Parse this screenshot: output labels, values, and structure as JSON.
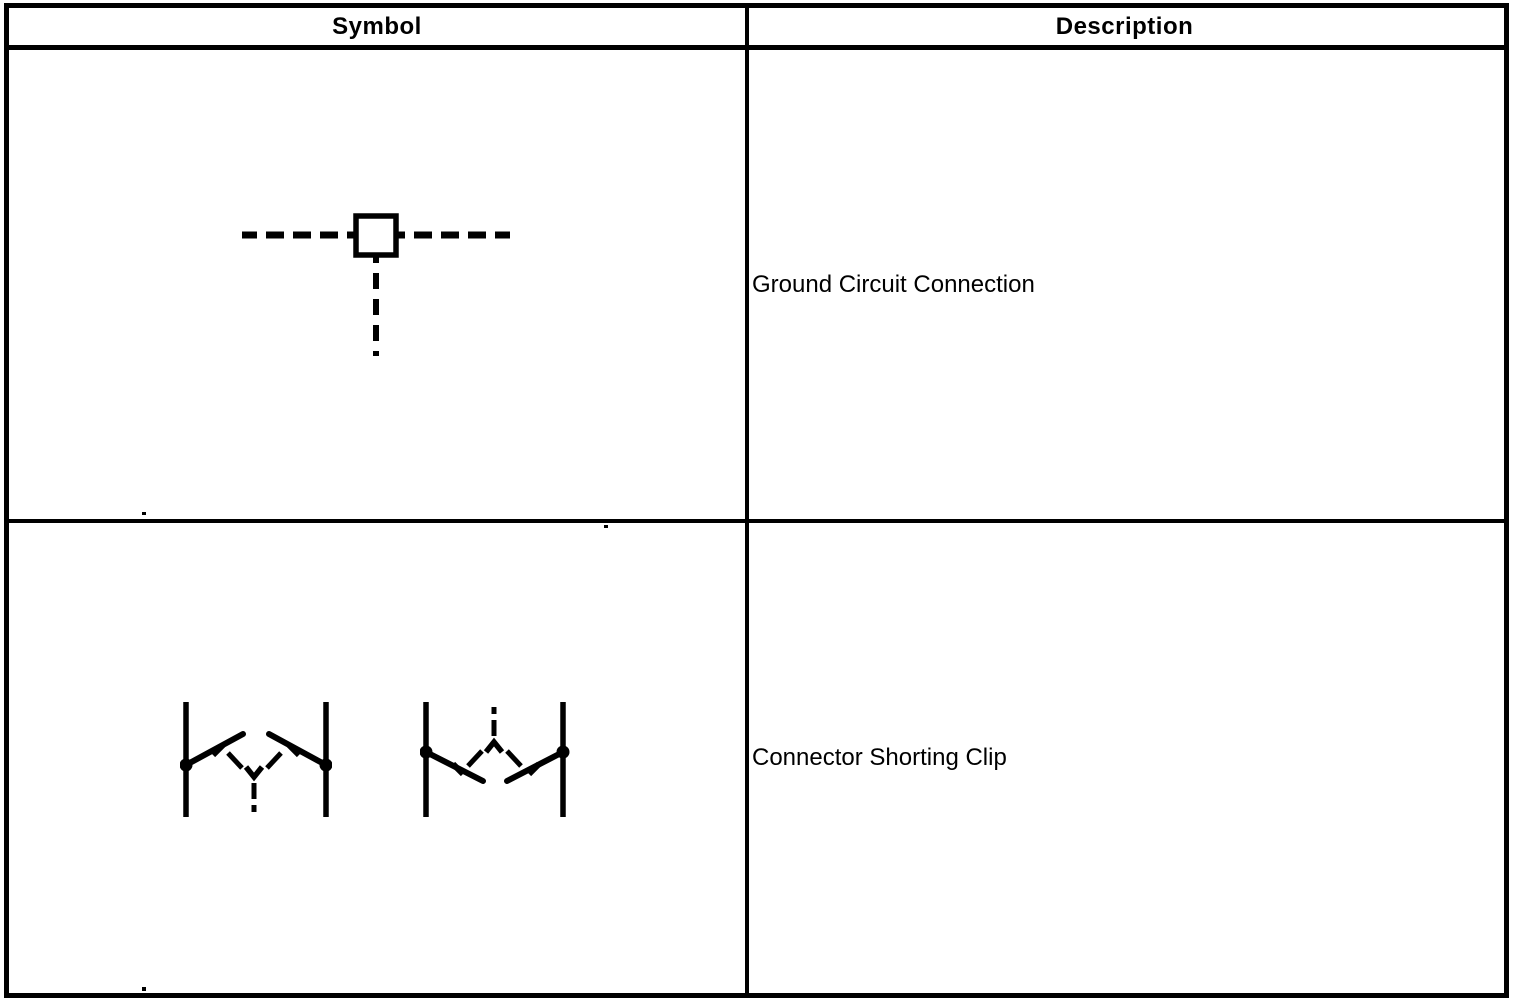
{
  "page": {
    "background_color": "#ffffff",
    "line_color": "#000000"
  },
  "table": {
    "headers": [
      {
        "label": "Symbol"
      },
      {
        "label": "Description"
      }
    ],
    "rows": [
      {
        "symbol": "ground-circuit-connection-symbol",
        "description": "Ground Circuit Connection"
      },
      {
        "symbol": "connector-shorting-clip-symbol",
        "description": "Connector Shorting Clip"
      }
    ]
  }
}
